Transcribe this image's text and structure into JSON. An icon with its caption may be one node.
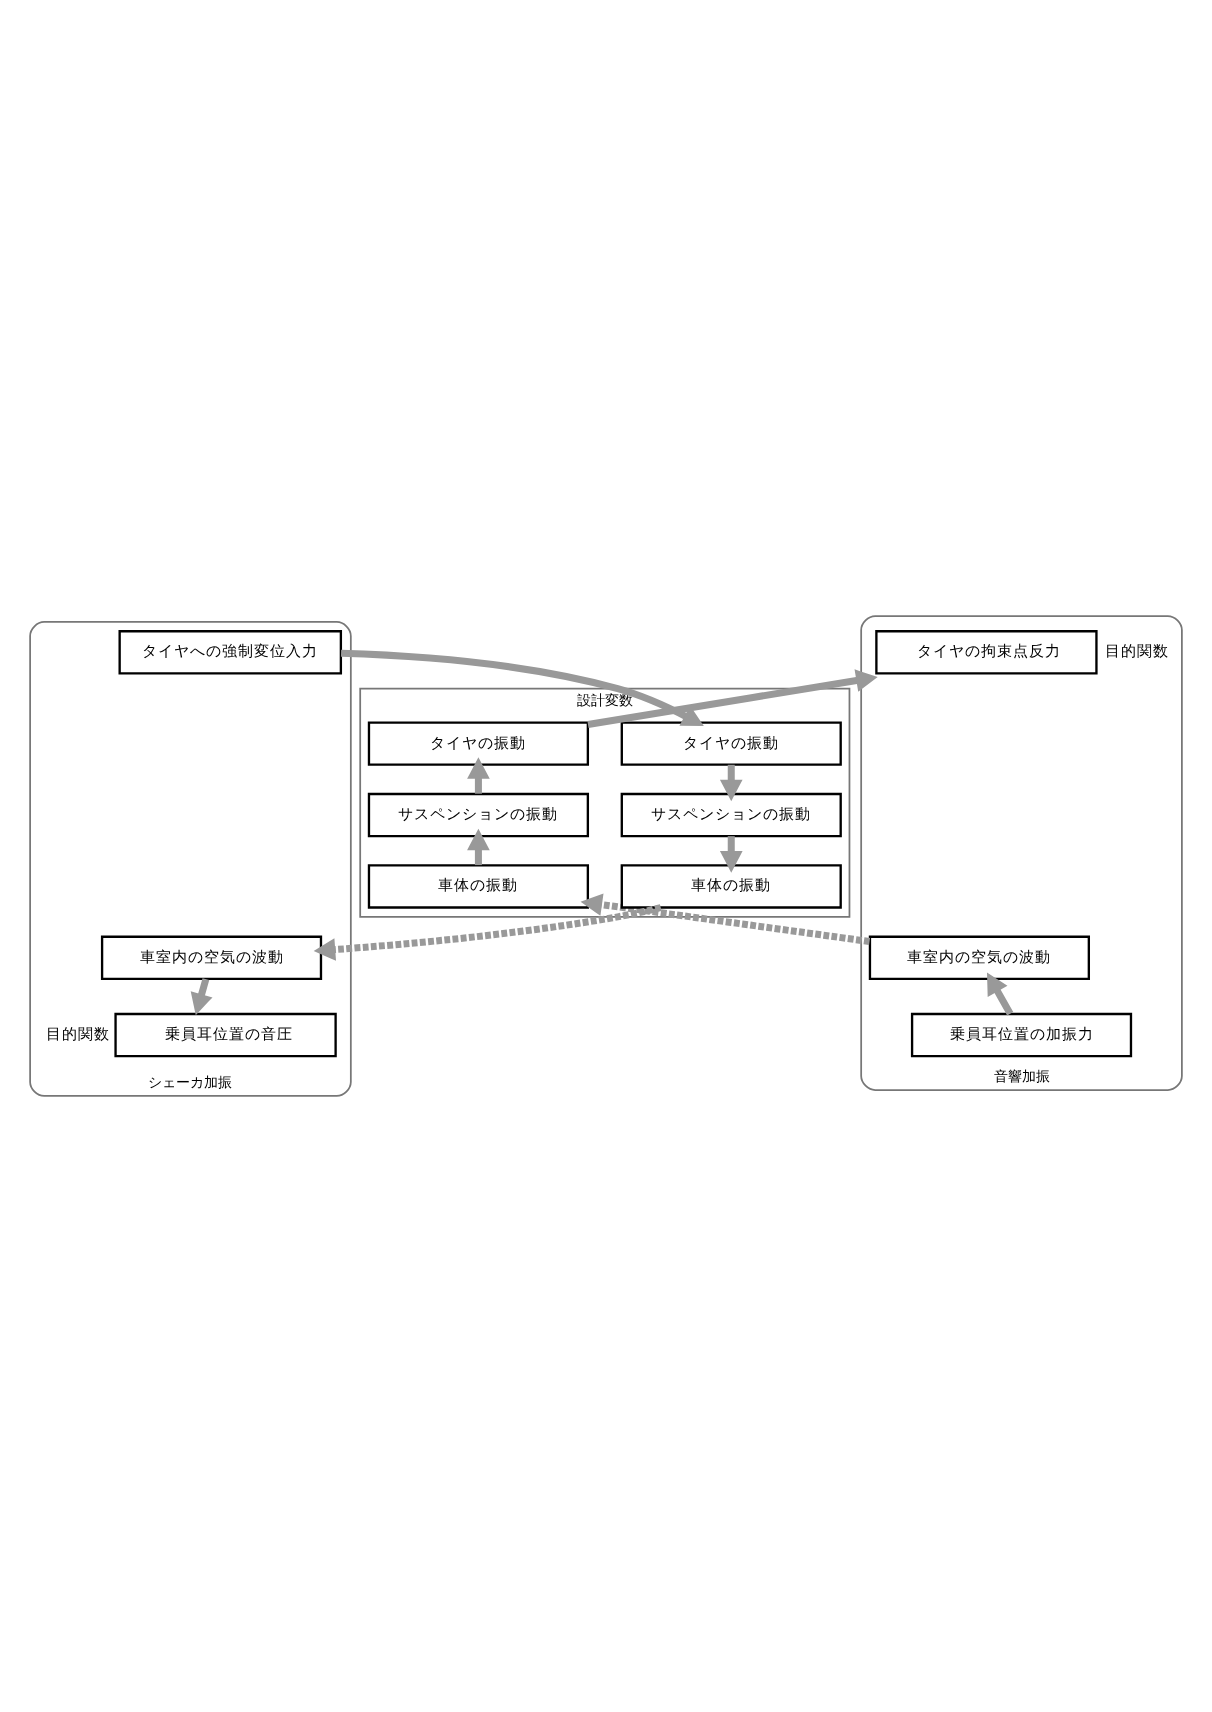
{
  "diagram": {
    "nodes": [
      {
        "text": [
          "シェーカ加振"
        ]
      },
      {
        "text": [
          "音響加振"
        ]
      },
      {
        "text": [
          "設計変数"
        ]
      },
      {
        "text": [
          "タイヤへの強制変位入力"
        ],
        "in": 0
      },
      {
        "text": [
          "タイヤの拘束点反力"
        ],
        "in": 1,
        "beside": [
          "目的関数"
        ]
      },
      {
        "text": [
          "タイヤの振動"
        ],
        "in": 2
      },
      {
        "text": [
          "タイヤの振動"
        ],
        "in": 2
      },
      {
        "text": [
          "サスペンションの振動"
        ],
        "in": 2
      },
      {
        "text": [
          "サスペンションの振動"
        ],
        "in": 2
      },
      {
        "text": [
          "車体の振動"
        ],
        "in": 2
      },
      {
        "text": [
          "車体の振動"
        ],
        "in": 2
      },
      {
        "text": [
          "車室内の空気の波動"
        ],
        "in": 0
      },
      {
        "text": [
          "車室内の空気の波動"
        ],
        "in": 1
      },
      {
        "text": [
          "乗員耳位置の音圧"
        ],
        "in": 0,
        "beside": [
          "目的関数"
        ]
      },
      {
        "text": [
          "乗員耳位置の加振力"
        ],
        "in": 1
      }
    ],
    "edges": [
      {
        "from": 3,
        "to": 5,
        "arrow": "to"
      },
      {
        "from": 5,
        "to": 7,
        "arrow": "to"
      },
      {
        "from": 7,
        "to": 9,
        "arrow": "to"
      },
      {
        "from": 9,
        "to": 11,
        "arrow": "to",
        "style": "dashed"
      },
      {
        "from": 11,
        "to": 13,
        "arrow": "to"
      },
      {
        "from": 14,
        "to": 12,
        "arrow": "to"
      },
      {
        "from": 12,
        "to": 10,
        "arrow": "to",
        "style": "dashed"
      },
      {
        "from": 10,
        "to": 8,
        "arrow": "to"
      },
      {
        "from": 8,
        "to": 6,
        "arrow": "to"
      },
      {
        "from": 6,
        "to": 4,
        "arrow": "to"
      }
    ]
  }
}
